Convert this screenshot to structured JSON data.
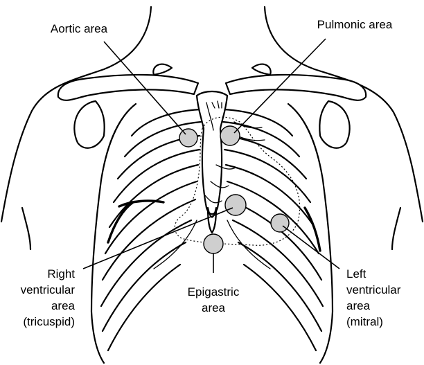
{
  "diagram": {
    "area_fill_color": "#cfcfcf",
    "labels": {
      "aortic": "Aortic area",
      "pulmonic": "Pulmonic area",
      "right_ventricular": "Right\nventricular\narea\n(tricuspid)",
      "epigastric": "Epigastric\narea",
      "left_ventricular": "Left\nventricular\narea\n(mitral)"
    }
  }
}
